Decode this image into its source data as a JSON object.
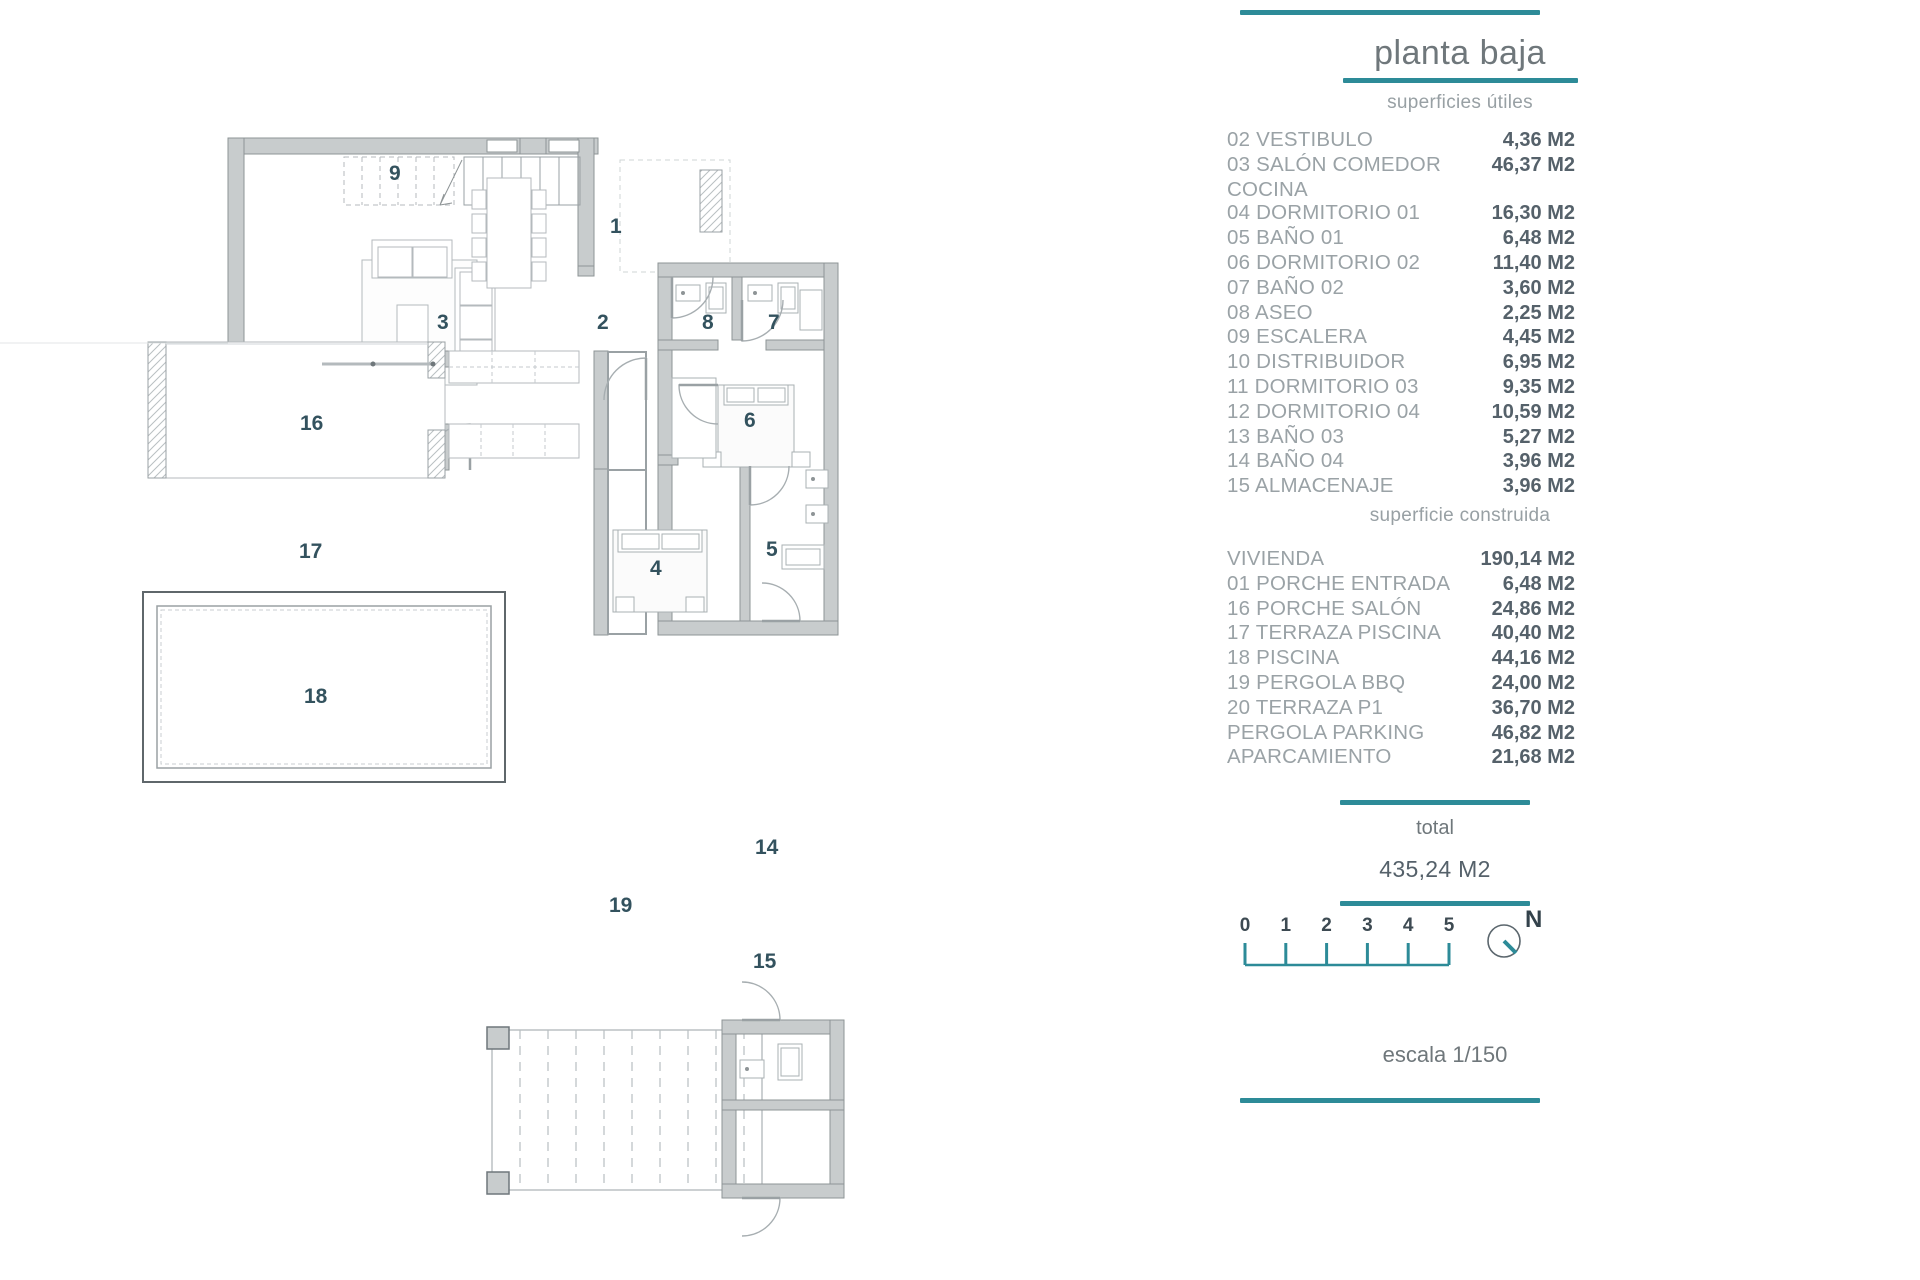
{
  "document": {
    "floor_title": "planta baja",
    "useful_areas_heading": "superficies útiles",
    "built_areas_heading": "superficie construida",
    "total_label": "total",
    "total_value": "435,24 M2",
    "scale_caption": "escala 1/150",
    "north_label": "N",
    "accent_color": "#2d8b98",
    "text_color": "#9aa2a6",
    "value_color": "#55616a"
  },
  "useful_areas": [
    {
      "code": "02",
      "name": "02 VESTIBULO",
      "value": "4,36 M2"
    },
    {
      "code": "03",
      "name": "03 SALÓN COMEDOR",
      "value": "46,37 M2"
    },
    {
      "code": "",
      "name": "COCINA",
      "value": ""
    },
    {
      "code": "04",
      "name": "04 DORMITORIO 01",
      "value": "16,30 M2"
    },
    {
      "code": "05",
      "name": "05 BAÑO 01",
      "value": "6,48 M2"
    },
    {
      "code": "06",
      "name": "06 DORMITORIO 02",
      "value": "11,40 M2"
    },
    {
      "code": "07",
      "name": "07 BAÑO 02",
      "value": "3,60 M2"
    },
    {
      "code": "08",
      "name": "08 ASEO",
      "value": "2,25 M2"
    },
    {
      "code": "09",
      "name": "09 ESCALERA",
      "value": "4,45 M2"
    },
    {
      "code": "10",
      "name": "10 DISTRIBUIDOR",
      "value": "6,95 M2"
    },
    {
      "code": "11",
      "name": "11 DORMITORIO 03",
      "value": "9,35 M2"
    },
    {
      "code": "12",
      "name": "12 DORMITORIO 04",
      "value": "10,59 M2"
    },
    {
      "code": "13",
      "name": "13 BAÑO 03",
      "value": "5,27 M2"
    },
    {
      "code": "14",
      "name": "14 BAÑO 04",
      "value": "3,96 M2"
    },
    {
      "code": "15",
      "name": "15 ALMACENAJE",
      "value": "3,96 M2"
    }
  ],
  "built_areas": [
    {
      "code": "",
      "name": "VIVIENDA",
      "value": "190,14 M2"
    },
    {
      "code": "01",
      "name": "01 PORCHE ENTRADA",
      "value": "6,48 M2"
    },
    {
      "code": "16",
      "name": "16 PORCHE SALÓN",
      "value": "24,86 M2"
    },
    {
      "code": "17",
      "name": "17 TERRAZA PISCINA",
      "value": "40,40 M2"
    },
    {
      "code": "18",
      "name": "18 PISCINA",
      "value": "44,16 M2"
    },
    {
      "code": "19",
      "name": "19 PERGOLA BBQ",
      "value": "24,00 M2"
    },
    {
      "code": "20",
      "name": "20 TERRAZA P1",
      "value": "36,70 M2"
    },
    {
      "code": "",
      "name": "PERGOLA PARKING",
      "value": "46,82 M2"
    },
    {
      "code": "",
      "name": "APARCAMIENTO",
      "value": "21,68 M2"
    }
  ],
  "scale_bar": {
    "ticks": [
      "0",
      "1",
      "2",
      "3",
      "4",
      "5"
    ]
  },
  "plan_room_labels": [
    {
      "id": "1",
      "label": "1"
    },
    {
      "id": "2",
      "label": "2"
    },
    {
      "id": "3",
      "label": "3"
    },
    {
      "id": "4",
      "label": "4"
    },
    {
      "id": "5",
      "label": "5"
    },
    {
      "id": "6",
      "label": "6"
    },
    {
      "id": "7",
      "label": "7"
    },
    {
      "id": "8",
      "label": "8"
    },
    {
      "id": "9",
      "label": "9"
    },
    {
      "id": "16",
      "label": "16"
    },
    {
      "id": "17",
      "label": "17"
    },
    {
      "id": "18",
      "label": "18"
    },
    {
      "id": "19",
      "label": "19"
    },
    {
      "id": "14",
      "label": "14"
    },
    {
      "id": "15",
      "label": "15"
    }
  ]
}
